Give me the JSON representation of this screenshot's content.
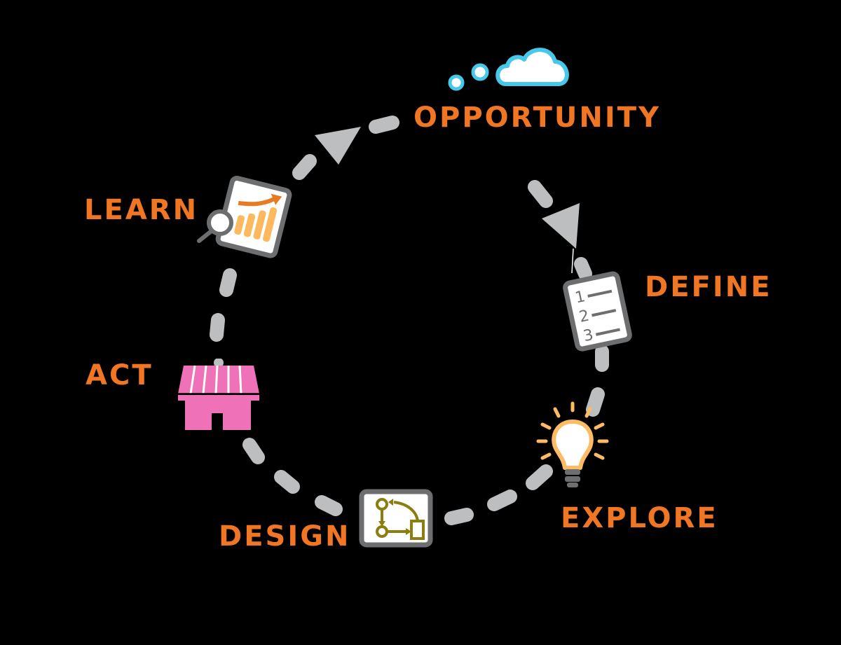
{
  "diagram": {
    "type": "cycle",
    "colors": {
      "background": "#000000",
      "label": "#f07623",
      "path": "#bcbec0",
      "cloud_outline": "#46c8ea",
      "icon_frame": "#6d6e70",
      "chart_bars": "#fdb95e",
      "chart_arrow": "#e77b23",
      "bulb": "#fdbb63",
      "flow_icon": "#8c7d10",
      "store": "#ef71b8"
    },
    "stages": [
      {
        "id": "opportunity",
        "label": "OPPORTUNITY",
        "icon": "cloud-thought-icon"
      },
      {
        "id": "define",
        "label": "DEFINE",
        "icon": "numbered-list-icon"
      },
      {
        "id": "explore",
        "label": "EXPLORE",
        "icon": "lightbulb-icon"
      },
      {
        "id": "design",
        "label": "DESIGN",
        "icon": "flowchart-icon"
      },
      {
        "id": "act",
        "label": "ACT",
        "icon": "storefront-icon"
      },
      {
        "id": "learn",
        "label": "LEARN",
        "icon": "chart-magnifier-icon"
      }
    ],
    "list_icon_numbers": [
      "1",
      "2",
      "3"
    ],
    "flow": "clockwise"
  }
}
